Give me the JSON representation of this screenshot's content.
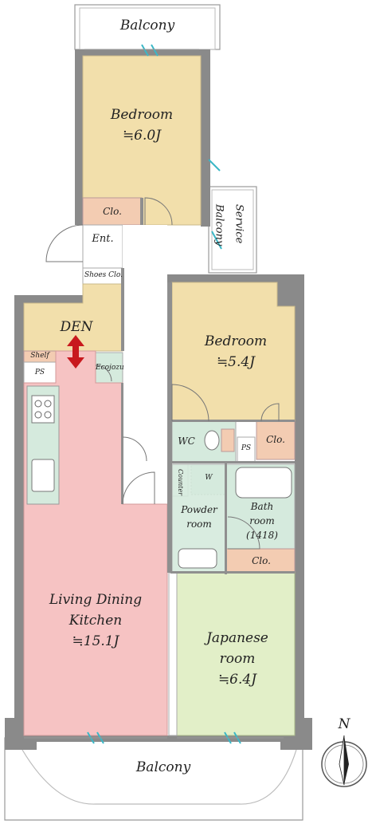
{
  "rooms": {
    "balcony_top": "Balcony",
    "bedroom1_name": "Bedroom",
    "bedroom1_size": "≒6.0J",
    "clo_1": "Clo.",
    "entrance": "Ent.",
    "shoes_closet": "Shoes Clo.",
    "service_balcony_1": "Service",
    "service_balcony_2": "Balcony",
    "den": "DEN",
    "shelf": "Shelf",
    "ps_1": "PS",
    "ecojozu": "Ecojozu",
    "bedroom2_name": "Bedroom",
    "bedroom2_size": "≒5.4J",
    "wc": "WC",
    "ps_2": "PS",
    "clo_2": "Clo.",
    "counter": "Counter",
    "washer": "W",
    "powder_1": "Powder",
    "powder_2": "room",
    "bath_1": "Bath",
    "bath_2": "room",
    "bath_3": "(1418)",
    "clo_3": "Clo.",
    "ldk_1": "Living Dining",
    "ldk_2": "Kitchen",
    "ldk_size": "≒15.1J",
    "japanese_1": "Japanese",
    "japanese_2": "room",
    "japanese_size": "≒6.4J",
    "balcony_bottom": "Balcony"
  },
  "compass": {
    "north": "N"
  },
  "colors": {
    "wall": "#8a8a8a",
    "bedroom": "#f2dfab",
    "ldk": "#f6c3c3",
    "japanese": "#e2efc8",
    "wet": "#d5eadd",
    "closet": "#f3ccb2",
    "arrow": "#c8191e"
  }
}
